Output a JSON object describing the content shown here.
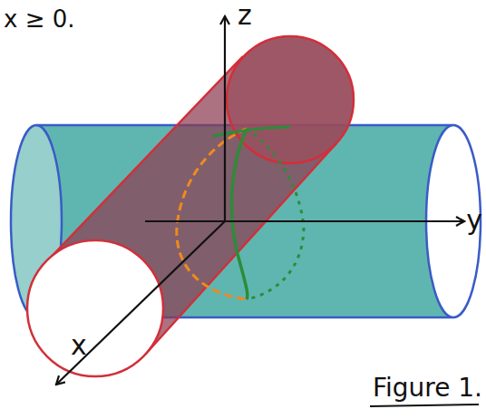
{
  "diagram": {
    "caption": "Figure 1.",
    "labels": [
      "x ≥ 0.",
      "z",
      "y",
      "x"
    ]
  }
}
